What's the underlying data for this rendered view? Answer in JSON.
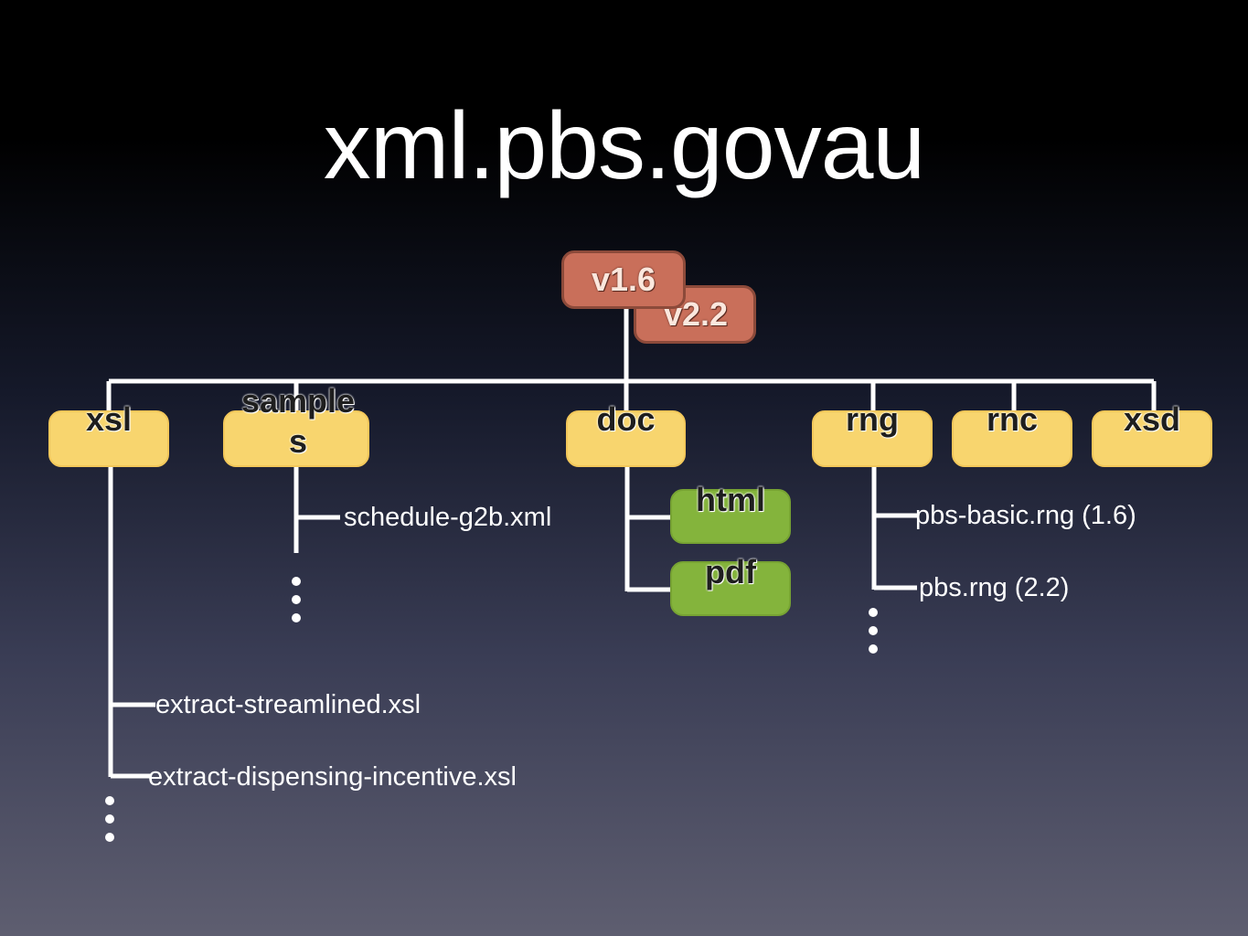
{
  "title": "xml.pbs.govau",
  "versions": [
    "v1.6",
    "v2.2"
  ],
  "folders": {
    "xsl": "xsl",
    "samples": "sample s",
    "doc": "doc",
    "rng": "rng",
    "rnc": "rnc",
    "xsd": "xsd"
  },
  "doc_formats": [
    "html",
    "pdf"
  ],
  "files": {
    "samples": [
      "schedule-g2b.xml"
    ],
    "rng": [
      "pbs-basic.rng (1.6)",
      "pbs.rng (2.2)"
    ],
    "xsl": [
      "extract-streamlined.xsl",
      "extract-dispensing-incentive.xsl"
    ]
  },
  "colors": {
    "folder": "#f8d56e",
    "version": "#c96f5a",
    "format": "#84b43c",
    "line": "#ffffff"
  }
}
